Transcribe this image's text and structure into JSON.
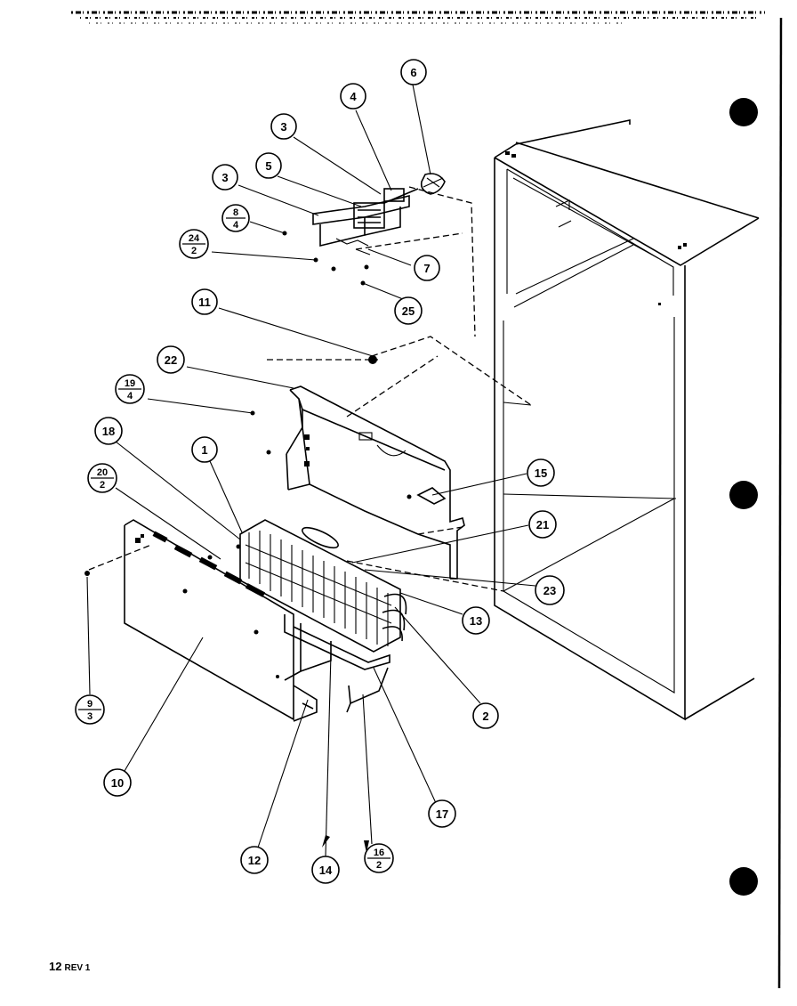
{
  "footer": {
    "page": "12",
    "rev": "REV 1"
  },
  "callouts": [
    {
      "id": "c6",
      "top": "6"
    },
    {
      "id": "c4",
      "top": "4"
    },
    {
      "id": "c3a",
      "top": "3"
    },
    {
      "id": "c5",
      "top": "5"
    },
    {
      "id": "c3b",
      "top": "3"
    },
    {
      "id": "c8",
      "top": "8",
      "bottom": "4"
    },
    {
      "id": "c24",
      "top": "24",
      "bottom": "2"
    },
    {
      "id": "c7",
      "top": "7"
    },
    {
      "id": "c25",
      "top": "25"
    },
    {
      "id": "c11",
      "top": "11"
    },
    {
      "id": "c22",
      "top": "22"
    },
    {
      "id": "c19",
      "top": "19",
      "bottom": "4"
    },
    {
      "id": "c18",
      "top": "18"
    },
    {
      "id": "c1",
      "top": "1"
    },
    {
      "id": "c20",
      "top": "20",
      "bottom": "2"
    },
    {
      "id": "c15",
      "top": "15"
    },
    {
      "id": "c21",
      "top": "21"
    },
    {
      "id": "c23",
      "top": "23"
    },
    {
      "id": "c13",
      "top": "13"
    },
    {
      "id": "c9",
      "top": "9",
      "bottom": "3"
    },
    {
      "id": "c2",
      "top": "2"
    },
    {
      "id": "c10",
      "top": "10"
    },
    {
      "id": "c17",
      "top": "17"
    },
    {
      "id": "c12",
      "top": "12"
    },
    {
      "id": "c14",
      "top": "14"
    },
    {
      "id": "c16",
      "top": "16",
      "bottom": "2"
    }
  ]
}
